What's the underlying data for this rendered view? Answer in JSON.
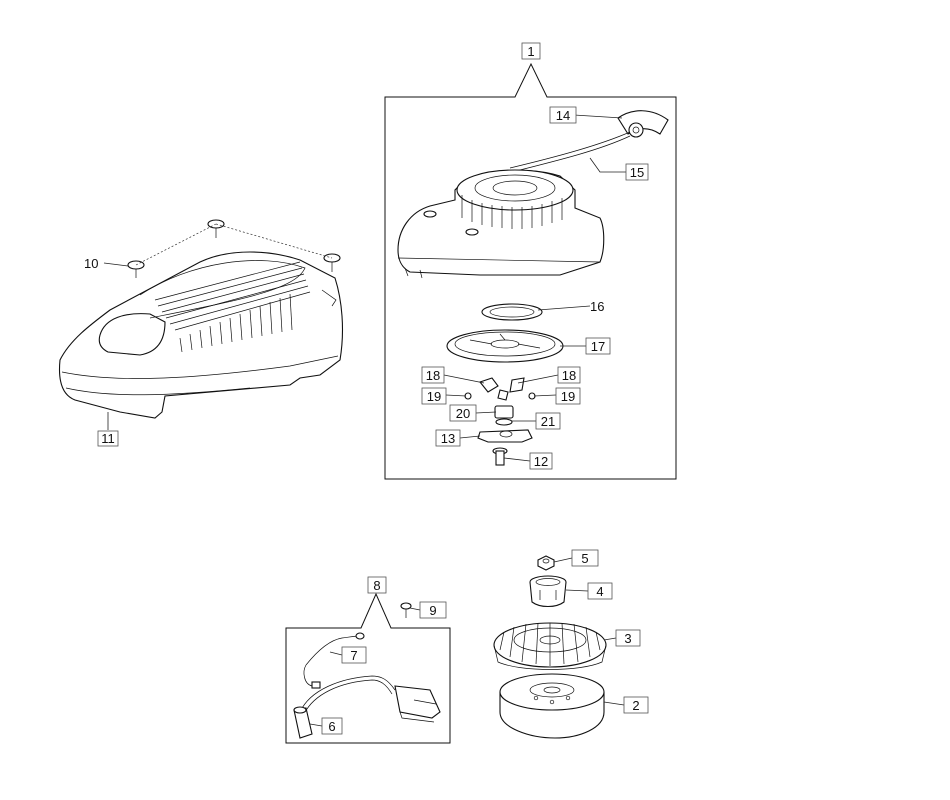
{
  "callouts": {
    "c1": "1",
    "c2": "2",
    "c3": "3",
    "c4": "4",
    "c5": "5",
    "c6": "6",
    "c7": "7",
    "c8": "8",
    "c9": "9",
    "c10": "10",
    "c11": "11",
    "c12": "12",
    "c13": "13",
    "c14": "14",
    "c15": "15",
    "c16": "16",
    "c17": "17",
    "c18a": "18",
    "c18b": "18",
    "c19a": "19",
    "c19b": "19",
    "c20": "20",
    "c21": "21"
  }
}
